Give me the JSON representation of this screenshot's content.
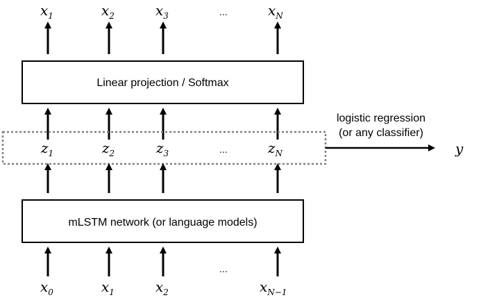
{
  "diagram": {
    "top_outputs": [
      {
        "base": "x",
        "sub": "1"
      },
      {
        "base": "x",
        "sub": "2"
      },
      {
        "base": "x",
        "sub": "3"
      },
      {
        "ellipsis": "..."
      },
      {
        "base": "x",
        "sub": "N"
      }
    ],
    "projection_box_label": "Linear projection / Softmax",
    "hidden_states": [
      {
        "base": "z",
        "sub": "1"
      },
      {
        "base": "z",
        "sub": "2"
      },
      {
        "base": "z",
        "sub": "3"
      },
      {
        "ellipsis": "..."
      },
      {
        "base": "z",
        "sub": "N"
      }
    ],
    "classifier_label_line1": "logistic regression",
    "classifier_label_line2": "(or any classifier)",
    "classifier_output": "y",
    "network_box_label": "mLSTM network (or language models)",
    "bottom_inputs": [
      {
        "base": "x",
        "sub": "0"
      },
      {
        "base": "x",
        "sub": "1"
      },
      {
        "base": "x",
        "sub": "2"
      },
      {
        "ellipsis": "..."
      },
      {
        "base": "x",
        "sub": "N−1"
      }
    ],
    "colors": {
      "stroke": "#000000",
      "dotted_border": "#808080"
    }
  }
}
